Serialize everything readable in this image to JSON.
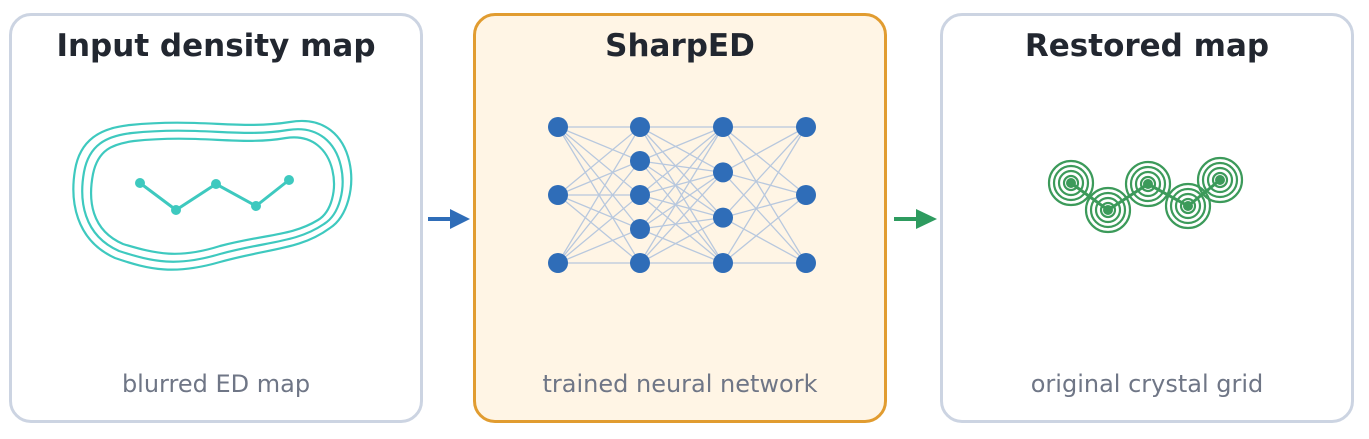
{
  "input_panel": {
    "title": "Input density map",
    "caption": "blurred ED map",
    "accent_color": "#3ec9bf"
  },
  "model_panel": {
    "title": "SharpED",
    "caption": "trained neural network",
    "accent_color": "#e19c30",
    "node_color": "#2f6db8",
    "edge_color": "#b8c8de",
    "layers": [
      3,
      5,
      4,
      3
    ]
  },
  "output_panel": {
    "title": "Restored map",
    "caption": "original crystal grid",
    "accent_color": "#3c9a5a"
  },
  "arrows": {
    "input_to_model_color": "#2f6db8",
    "model_to_output_color": "#2e9b5f"
  }
}
